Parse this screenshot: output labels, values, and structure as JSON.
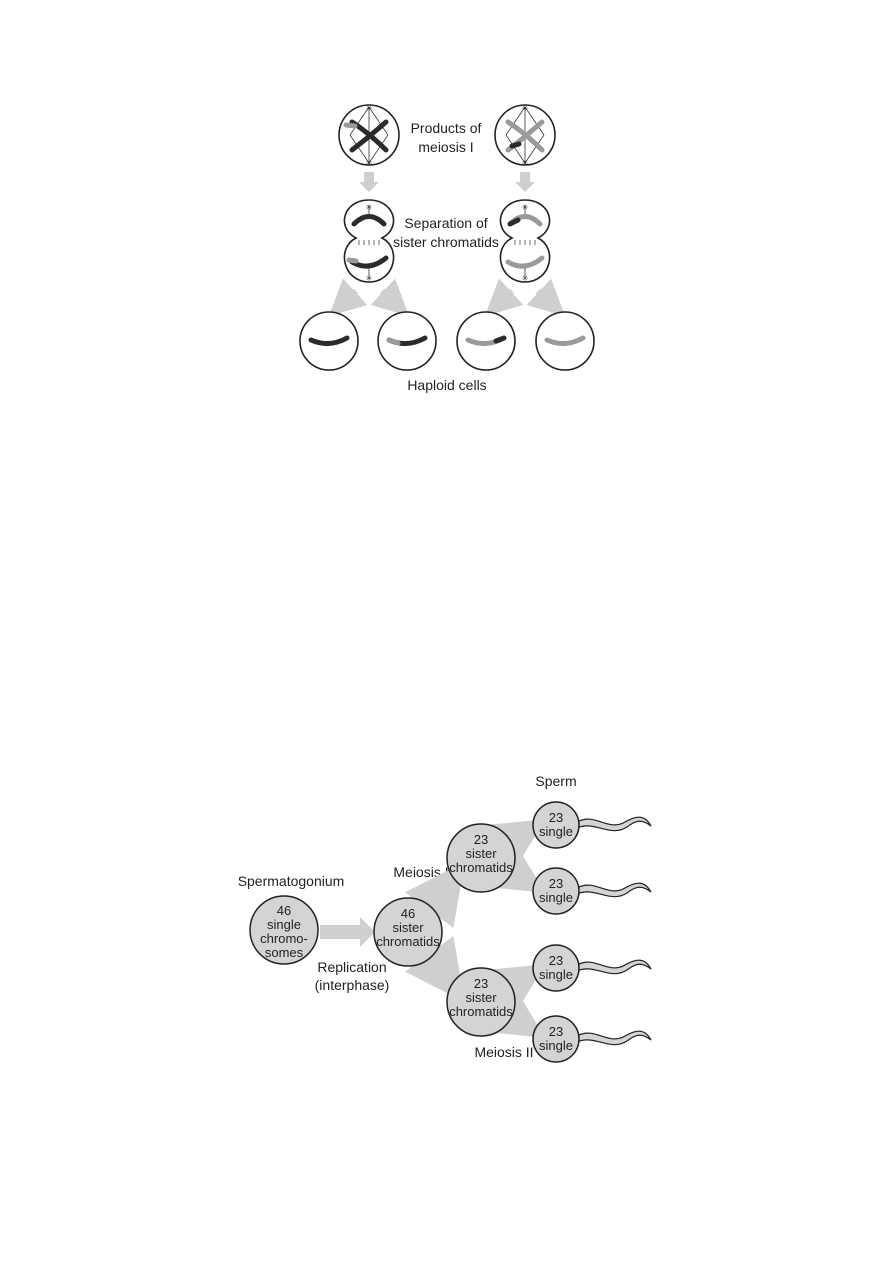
{
  "meiosis2_figure": {
    "label_products_line1": "Products of",
    "label_products_line2": "meiosis I",
    "label_separation_line1": "Separation of",
    "label_separation_line2": "sister chromatids",
    "label_haploid": "Haploid cells"
  },
  "spermatogenesis_figure": {
    "label_sperm": "Sperm",
    "label_spermatogonium": "Spermatogonium",
    "label_meiosis1": "Meiosis I",
    "label_meiosis2": "Meiosis II",
    "label_replication_line1": "Replication",
    "label_replication_line2": "(interphase)",
    "spermatogonium_cell": [
      "46",
      "single",
      "chromo-",
      "somes"
    ],
    "replicated_cell": [
      "46",
      "sister",
      "chromatids"
    ],
    "secondary_cell_top": [
      "23",
      "sister",
      "chromatids"
    ],
    "secondary_cell_bottom": [
      "23",
      "sister",
      "chromatids"
    ],
    "sperm_cells": [
      [
        "23",
        "single"
      ],
      [
        "23",
        "single"
      ],
      [
        "23",
        "single"
      ],
      [
        "23",
        "single"
      ]
    ]
  },
  "colors": {
    "dark_chromosome": "#2b2b2b",
    "light_chromosome": "#9a9a9a",
    "cell_fill": "#d4d4d4",
    "arrow": "#cfcfcf",
    "outline": "#222222"
  }
}
